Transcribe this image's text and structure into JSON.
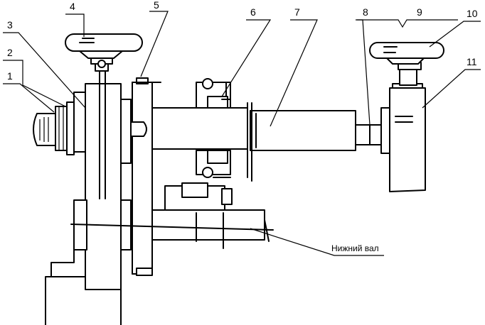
{
  "labels": {
    "n1": "1",
    "n2": "2",
    "n3": "3",
    "n4": "4",
    "n5": "5",
    "n6": "6",
    "n7": "7",
    "n8": "8",
    "n9": "9",
    "n10": "10",
    "n11": "11",
    "lower_shaft": "Нижний вал"
  }
}
